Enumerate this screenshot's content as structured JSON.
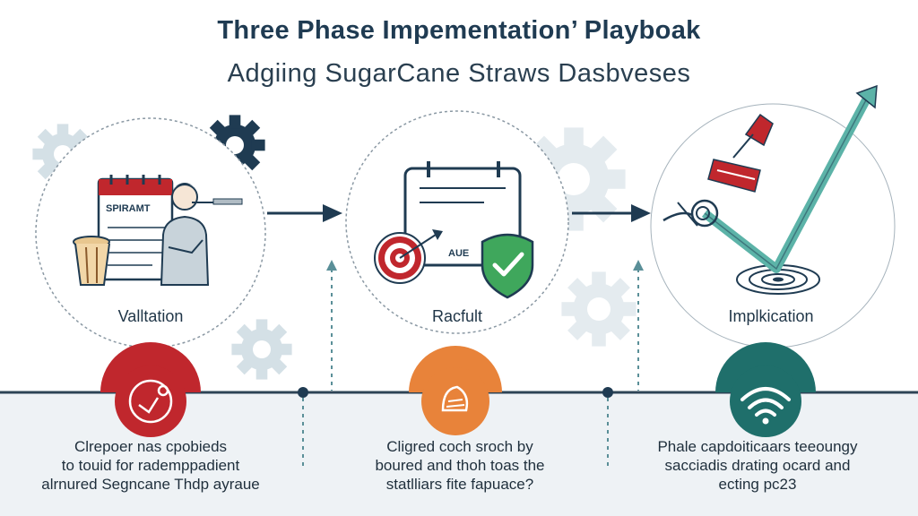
{
  "header": {
    "title": "Three Phase Impementation’ Playboak",
    "subtitle": "Adgiing SugarCane Straws Dasbveses"
  },
  "phases": [
    {
      "label": "Valltation",
      "clipboard_text": "SPIRAMT",
      "description": [
        "Clrepoer nas cpobieds",
        "to touid for rademppadient",
        "alrnured Segncane Thdp ayraue"
      ]
    },
    {
      "label": "Racfult",
      "tag_text": "AUE",
      "description": [
        "Cligred coch sroch by",
        "boured and thoh toas the",
        "statlliars fite fapuace?"
      ]
    },
    {
      "label": "Implkication",
      "description": [
        "Phale capdoiticaars teeoungy",
        "sacciadis drating ocard and",
        "ecting pc23"
      ]
    }
  ],
  "colors": {
    "navy": "#1f3b52",
    "red": "#c0272d",
    "orange": "#e8833a",
    "teal": "#1f6f6b",
    "mint": "#5cb3a8",
    "green": "#3fa75c",
    "gear_light": "#d4e0e6"
  },
  "icons": [
    "gear-icon",
    "calendar-icon",
    "target-icon",
    "shield-check-icon",
    "wifi-icon",
    "trend-arrow-icon",
    "ribbon-icon"
  ]
}
